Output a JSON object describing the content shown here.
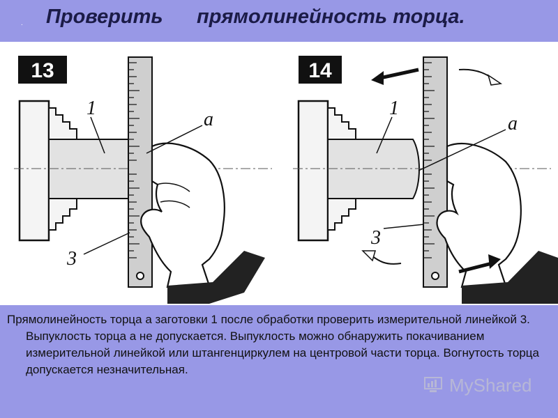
{
  "header": {
    "title": "Проверить      прямолинейность торца."
  },
  "figures": [
    {
      "number": "13",
      "label_part": "1",
      "label_end": "a",
      "label_ruler": "3"
    },
    {
      "number": "14",
      "label_part": "1",
      "label_end": "a",
      "label_ruler": "3"
    }
  ],
  "description": "Прямолинейность торца а заготовки 1 после обработки проверить измерительной линейкой 3. Выпуклость торца а не допускается. Выпуклость можно обнаружить покачиванием измерительной линейкой или штангенциркулем на центровой части торца. Вогнутость торца допускается незначительная.",
  "watermark": {
    "text": "MyShared"
  }
}
